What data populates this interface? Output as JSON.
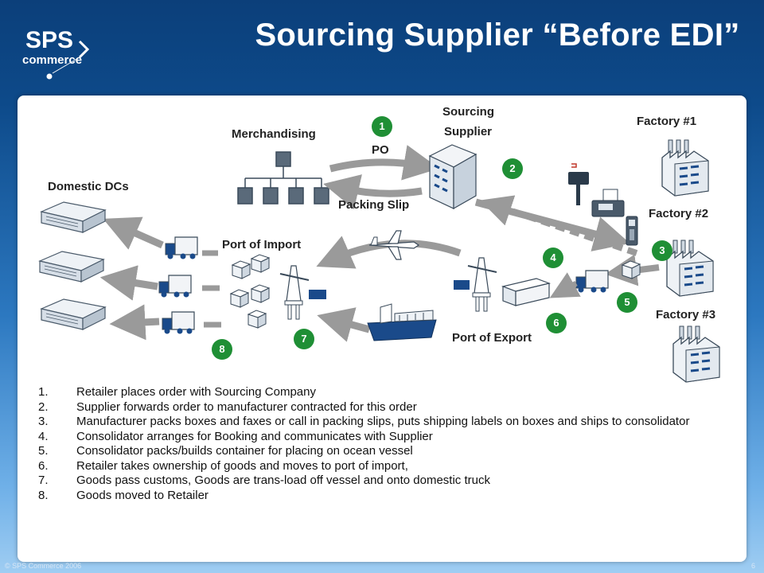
{
  "slide": {
    "title": "Sourcing Supplier “Before EDI”",
    "footer": "© SPS Commerce 2006",
    "page_number": "6"
  },
  "logo": {
    "line1": "SPS",
    "line2": "commerce"
  },
  "diagram": {
    "labels": {
      "merchandising": "Merchandising",
      "sourcing_line1": "Sourcing",
      "sourcing_line2": "Supplier",
      "po": "PO",
      "packing_slip": "Packing Slip",
      "domestic_dcs": "Domestic DCs",
      "port_import": "Port of Import",
      "port_export": "Port of Export",
      "factory1": "Factory #1",
      "factory2": "Factory #2",
      "factory3": "Factory #3"
    },
    "badges": [
      "1",
      "2",
      "3",
      "4",
      "5",
      "6",
      "7",
      "8"
    ]
  },
  "steps": [
    {
      "num": "1.",
      "text": "Retailer places order with Sourcing Company"
    },
    {
      "num": "2.",
      "text": "Supplier forwards order to manufacturer contracted for this order"
    },
    {
      "num": "3.",
      "text": "Manufacturer packs boxes and faxes or call in packing slips, puts shipping labels on boxes and ships to consolidator"
    },
    {
      "num": "4.",
      "text": "Consolidator arranges for Booking and communicates with Supplier"
    },
    {
      "num": "5.",
      "text": "Consolidator packs/builds container for placing on ocean vessel"
    },
    {
      "num": "6.",
      "text": "Retailer takes ownership of goods and moves to port of import,"
    },
    {
      "num": "7.",
      "text": "Goods pass customs, Goods are trans-load off vessel and onto domestic truck"
    },
    {
      "num": "8.",
      "text": "Goods moved to Retailer"
    }
  ],
  "colors": {
    "badge": "#1f8f35",
    "arrow": "#9a9a9a",
    "icon_line": "#4a5a6a",
    "header_dark": "#0c3f7a"
  }
}
